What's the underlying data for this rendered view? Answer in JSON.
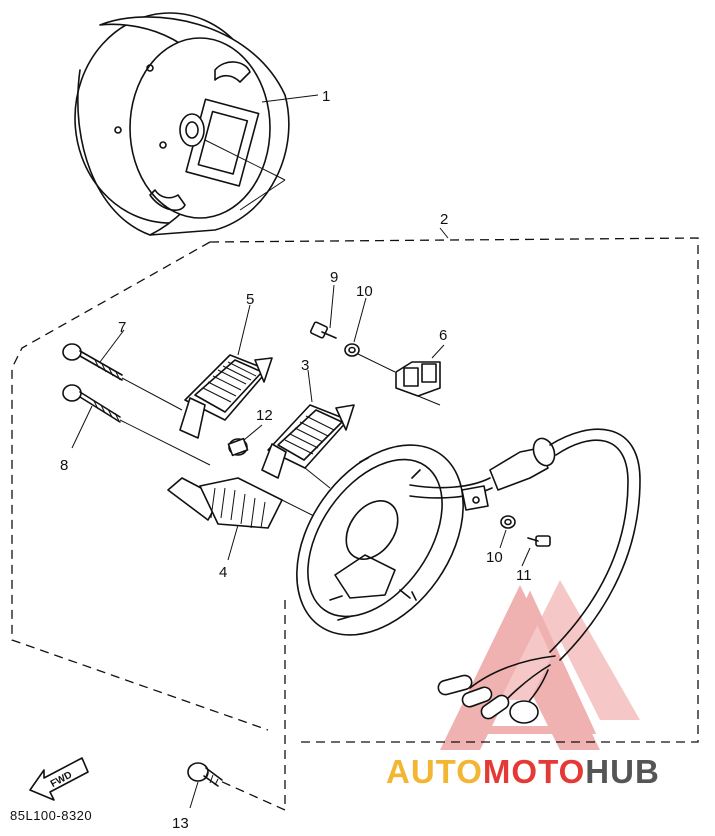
{
  "diagram": {
    "callouts": [
      {
        "id": "1",
        "text": "1"
      },
      {
        "id": "2",
        "text": "2"
      },
      {
        "id": "3",
        "text": "3"
      },
      {
        "id": "4",
        "text": "4"
      },
      {
        "id": "5",
        "text": "5"
      },
      {
        "id": "6",
        "text": "6"
      },
      {
        "id": "7",
        "text": "7"
      },
      {
        "id": "8",
        "text": "8"
      },
      {
        "id": "9",
        "text": "9"
      },
      {
        "id": "10a",
        "text": "10"
      },
      {
        "id": "10b",
        "text": "10"
      },
      {
        "id": "11",
        "text": "11"
      },
      {
        "id": "12",
        "text": "12"
      },
      {
        "id": "13",
        "text": "13"
      }
    ],
    "fwd_label": "FWD",
    "drawing_code": "85L100-8320"
  },
  "watermark": {
    "parts": [
      {
        "text": "AUTO",
        "color": "#f2b632"
      },
      {
        "text": "MOTO",
        "color": "#e53935"
      },
      {
        "text": "HUB",
        "color": "#555555"
      }
    ]
  }
}
